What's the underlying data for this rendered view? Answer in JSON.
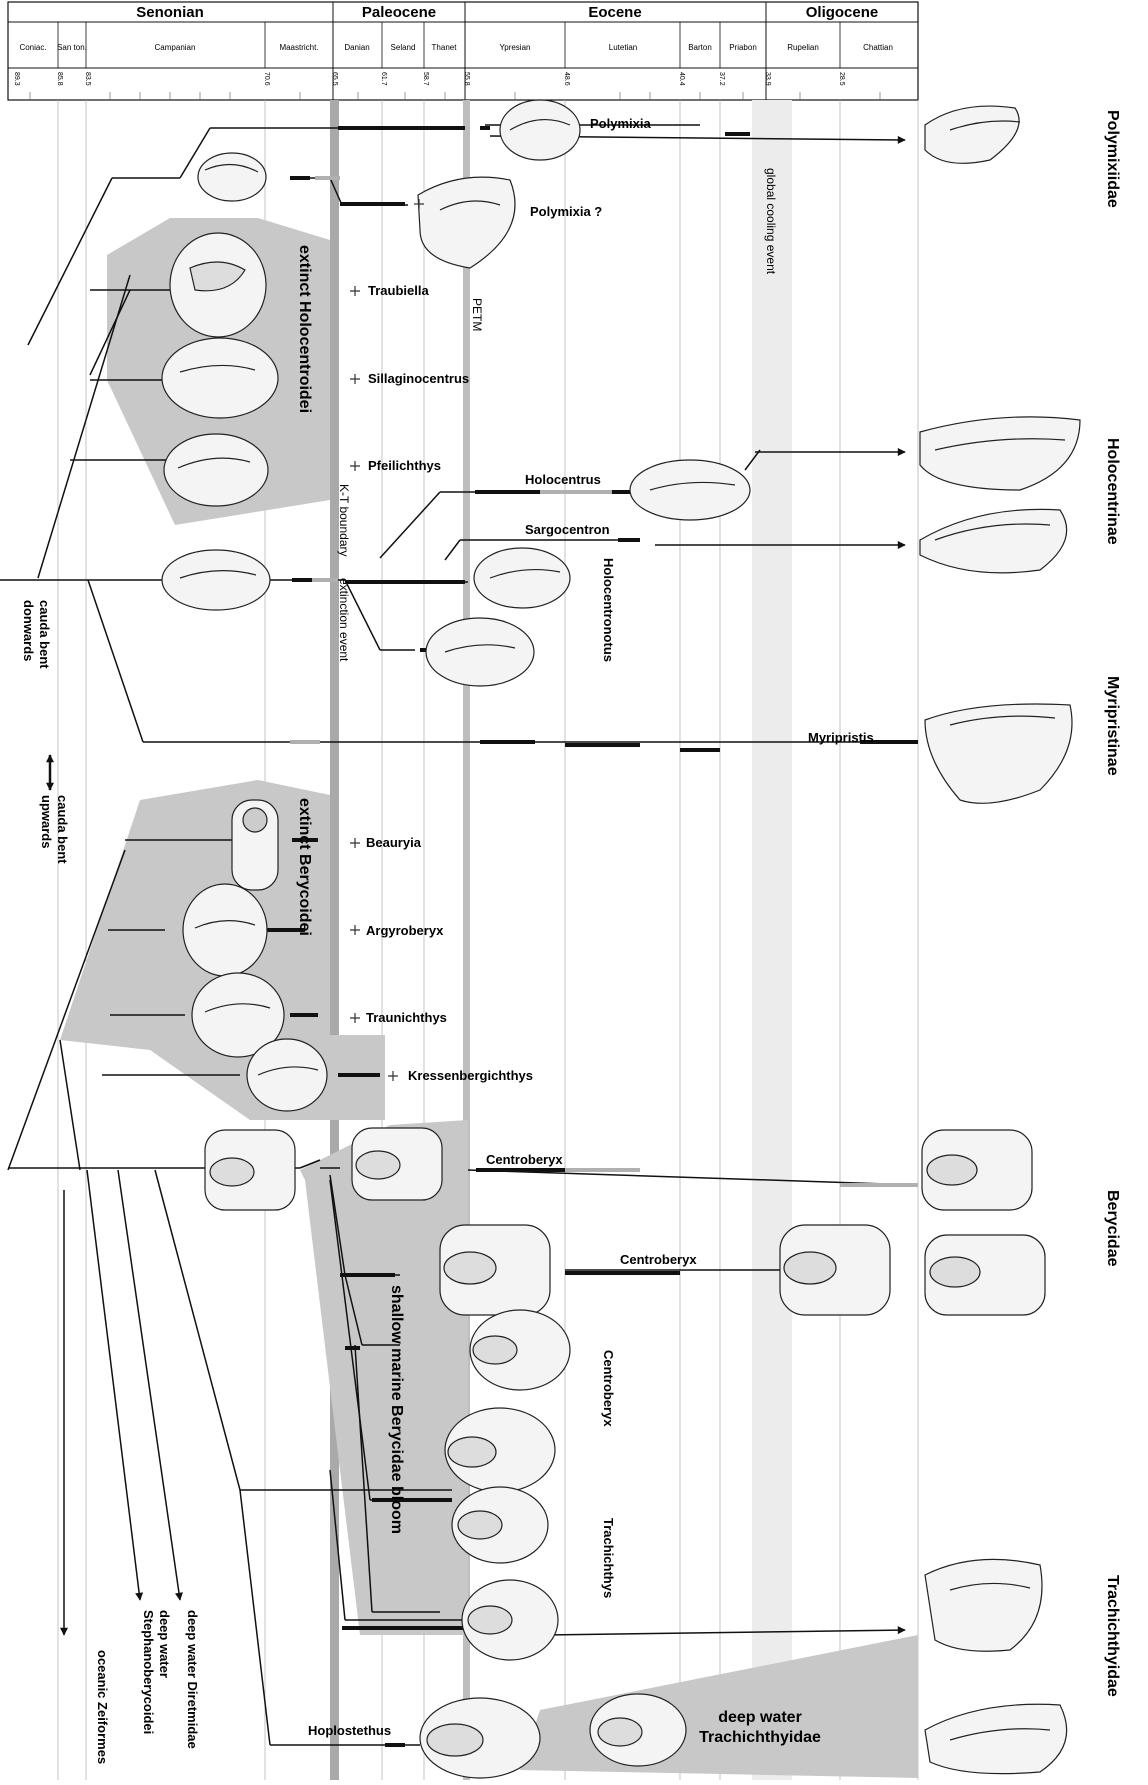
{
  "header": {
    "epochs": [
      "Senonian",
      "Paleocene",
      "Eocene",
      "Oligocene"
    ],
    "stages": [
      "Coniac.",
      "San ton.",
      "Campanian",
      "Maastricht.",
      "Danian",
      "Seland",
      "Thanet",
      "Ypresian",
      "Lutetian",
      "Barton",
      "Priabon",
      "Rupelian",
      "Chattian"
    ],
    "ages": [
      "89.3",
      "85.8",
      "83.5",
      "70.6",
      "65.5",
      "61.7",
      "58.7",
      "55.8",
      "48.6",
      "40.4",
      "37.2",
      "33.9",
      "28.5"
    ]
  },
  "events": {
    "kt_boundary": "K-T boundary",
    "extinction": "extinction event",
    "petm": "PETM",
    "cooling": "global cooling event"
  },
  "families": [
    "Polymixiidae",
    "Holocentrinae",
    "Myripristinae",
    "Berycidae",
    "Trachichthyidae"
  ],
  "groups": {
    "extinct_holocentroidei": "extinct Holocentroidei",
    "extinct_berycoidei": "extinct Berycoidei",
    "shallow_bloom": "shallow marine Berycidae bloom",
    "deep_trachichthyidae": [
      "deep water",
      "Trachichthyidae"
    ]
  },
  "genera": {
    "polymixia": "Polymixia",
    "polymixia_q": "Polymixia ?",
    "traubiella": "Traubiella",
    "sillaginocentrus": "Sillaginocentrus",
    "pfeilichthys": "Pfeilichthys",
    "holocentrus": "Holocentrus",
    "sargocentron": "Sargocentron",
    "holocentronotus": "Holocentronotus",
    "myripristis": "Myripristis",
    "beauryia": "Beauryia",
    "argyroberyx": "Argyroberyx",
    "traunichthys": "Traunichthys",
    "kressenbergichthys": "Kressenbergichthys",
    "centroberyx_1": "Centroberyx",
    "centroberyx_2": "Centroberyx",
    "centroberyx_3": "Centroberyx",
    "trachichthys": "Trachichthys",
    "hoplostethus": "Hoplostethus"
  },
  "left_notes": {
    "cauda_down": [
      "cauda bent",
      "donwards"
    ],
    "cauda_up": [
      "cauda bent",
      "upwards"
    ]
  },
  "lineages": {
    "diretmidae": "deep water Diretmidae",
    "stephanoberycoidei": [
      "deep water",
      "Stephanoberycoidei"
    ],
    "zeiformes": "oceanic Zeiformes"
  },
  "colors": {
    "shade": "#c8c8c8",
    "band": "#a9a9a9",
    "line": "#111111",
    "grid": "#9a9a9a",
    "otolith_fill": "#f4f4f4"
  },
  "icons": [
    "extinct-cross-icon",
    "arrow-head-icon",
    "otolith-drawing-icon"
  ]
}
